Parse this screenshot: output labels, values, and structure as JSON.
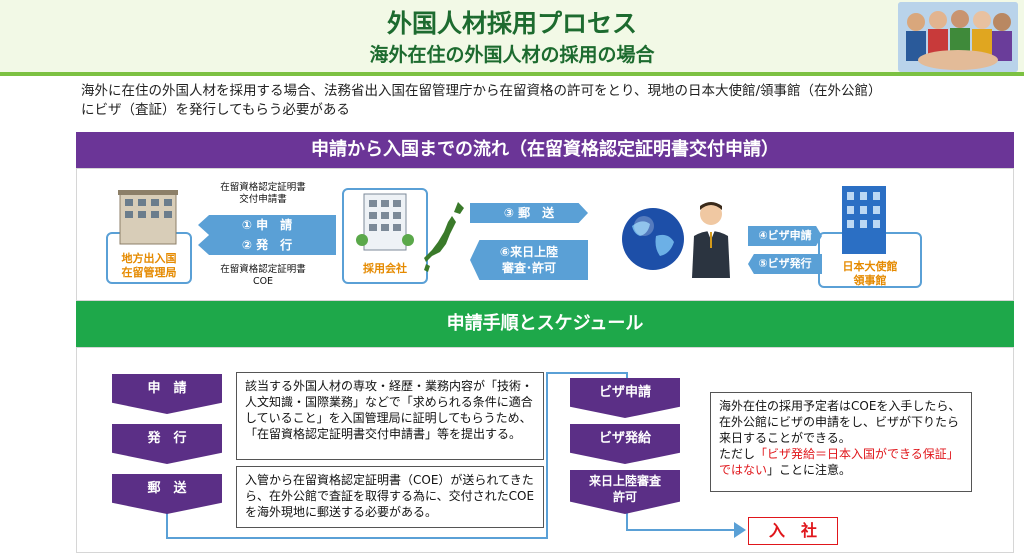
{
  "header": {
    "title": "外国人材採用プロセス",
    "subtitle": "海外在住の外国人材の採用の場合"
  },
  "intro": {
    "line1": "海外に在住の外国人材を採用する場合、法務省出入国在留管理庁から在留資格の許可をとり、現地の日本大使館/領事館（在外公館）",
    "line2": "にビザ（査証）を発行してもらう必要がある"
  },
  "flow": {
    "heading": "申請から入国までの流れ（在留資格認定証明書交付申請）",
    "doc_top_1": "在留資格認定証明書",
    "doc_top_2": "交付申請書",
    "arrow_apply": "① 申　請",
    "arrow_issue": "② 発　行",
    "doc_bottom_1": "在留資格認定証明書",
    "doc_bottom_2": "COE",
    "bureau_1": "地方出入国",
    "bureau_2": "在留管理局",
    "company": "採用会社",
    "arrow_send": "③ 郵　送",
    "arrow_landing_1": "⑥来日上陸",
    "arrow_landing_2": "審査･許可",
    "arrow_visa_apply": "④ビザ申請",
    "arrow_visa_issue": "⑤ビザ発行",
    "embassy_1": "日本大使館",
    "embassy_2": "領事館"
  },
  "schedule": {
    "heading": "申請手順とスケジュール",
    "steps_left": [
      "申　請",
      "発　行",
      "郵　送"
    ],
    "steps_right": [
      "ビザ申請",
      "ビザ発給",
      "来日上陸審査許可"
    ],
    "desc1": "該当する外国人材の専攻・経歴・業務内容が「技術・人文知識・国際業務」などで「求められる条件に適合していること」を入国管理局に証明してもらうため、「在留資格認定証明書交付申請書」等を提出する。",
    "desc2": "入管から在留資格認定証明書（COE）が送られてきたら、在外公館で査証を取得する為に、交付されたCOEを海外現地に郵送する必要がある。",
    "desc3_a": "海外在住の採用予定者はCOEを入手したら、在外公館にビザの申請をし、ビザが下りたら来日することができる。",
    "desc3_b": "ただし",
    "desc3_red": "「ビザ発給＝日本入国ができる保証」ではない",
    "desc3_c": "」ことに注意。",
    "nyusha": "入　社"
  },
  "colors": {
    "purple": "#6b3597",
    "green": "#1ea84a",
    "blue_arrow": "#5aa0d6",
    "step_purple": "#5b2f86",
    "red": "#e0161b"
  }
}
